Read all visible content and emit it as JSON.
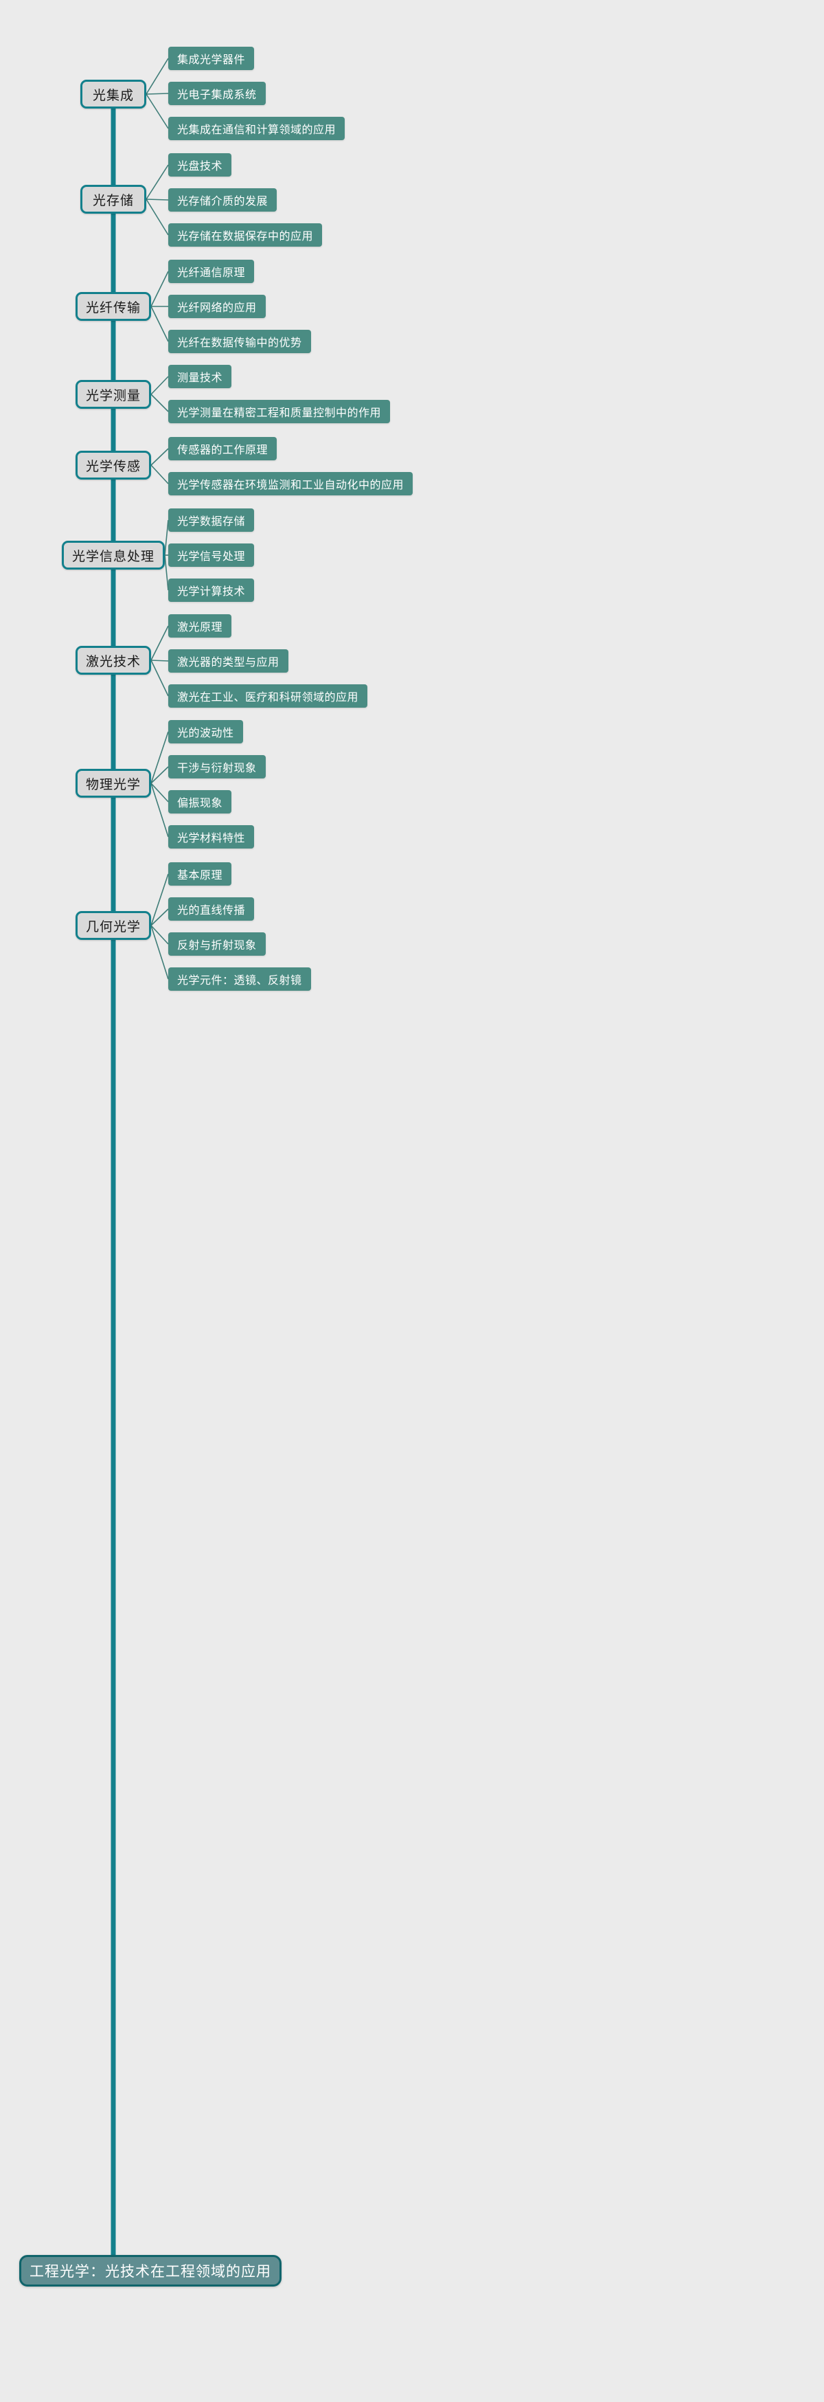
{
  "diagram": {
    "type": "mindmap",
    "title": "工程光学：光技术在工程领域的应用",
    "root": {
      "label": "工程光学：光技术在工程领域的应用"
    },
    "colors": {
      "background": "#ebebeb",
      "trunk": "#13808c",
      "branch_border": "#13808c",
      "branch_fill": "#d9d9d9",
      "leaf_fill": "#4a8c83",
      "leaf_text": "#ffffff",
      "root_fill": "#5f8d91",
      "root_border": "#10646b",
      "edge": "#3f7d78"
    },
    "branches": [
      {
        "label": "光集成",
        "children": [
          {
            "label": "集成光学器件"
          },
          {
            "label": "光电子集成系统"
          },
          {
            "label": "光集成在通信和计算领域的应用"
          }
        ]
      },
      {
        "label": "光存储",
        "children": [
          {
            "label": "光盘技术"
          },
          {
            "label": "光存储介质的发展"
          },
          {
            "label": "光存储在数据保存中的应用"
          }
        ]
      },
      {
        "label": "光纤传输",
        "children": [
          {
            "label": "光纤通信原理"
          },
          {
            "label": "光纤网络的应用"
          },
          {
            "label": "光纤在数据传输中的优势"
          }
        ]
      },
      {
        "label": "光学测量",
        "children": [
          {
            "label": "测量技术"
          },
          {
            "label": "光学测量在精密工程和质量控制中的作用"
          }
        ]
      },
      {
        "label": "光学传感",
        "children": [
          {
            "label": "传感器的工作原理"
          },
          {
            "label": "光学传感器在环境监测和工业自动化中的应用"
          }
        ]
      },
      {
        "label": "光学信息处理",
        "children": [
          {
            "label": "光学数据存储"
          },
          {
            "label": "光学信号处理"
          },
          {
            "label": "光学计算技术"
          }
        ]
      },
      {
        "label": "激光技术",
        "children": [
          {
            "label": "激光原理"
          },
          {
            "label": "激光器的类型与应用"
          },
          {
            "label": "激光在工业、医疗和科研领域的应用"
          }
        ]
      },
      {
        "label": "物理光学",
        "children": [
          {
            "label": "光的波动性"
          },
          {
            "label": "干涉与衍射现象"
          },
          {
            "label": "偏振现象"
          },
          {
            "label": "光学材料特性"
          }
        ]
      },
      {
        "label": "几何光学",
        "children": [
          {
            "label": "基本原理"
          },
          {
            "label": "光的直线传播"
          },
          {
            "label": "反射与折射现象"
          },
          {
            "label": "光学元件：透镜、反射镜"
          }
        ]
      }
    ]
  }
}
